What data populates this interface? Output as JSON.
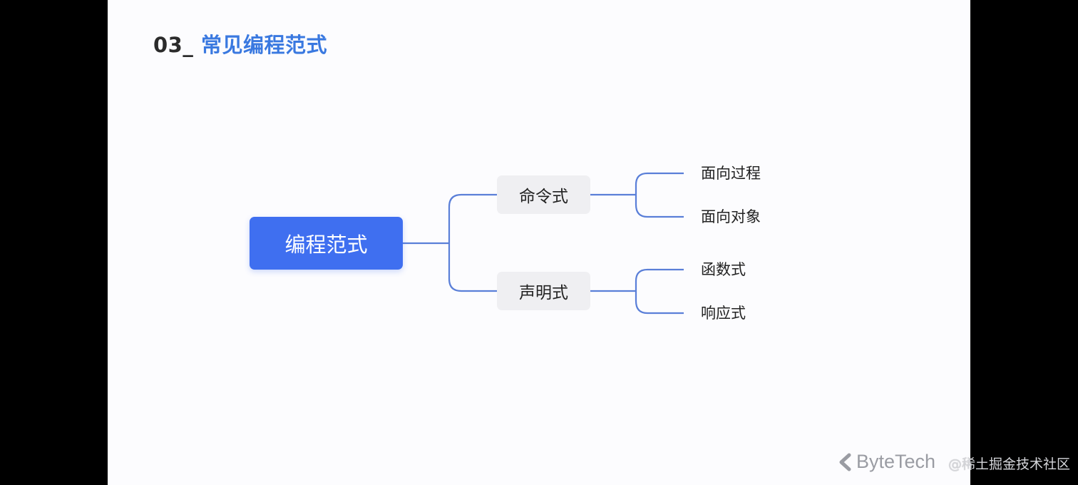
{
  "slide": {
    "title_number": "03_",
    "title_text": "常见编程范式"
  },
  "mindmap": {
    "root": "编程范式",
    "branches": [
      {
        "label": "命令式",
        "children": [
          "面向过程",
          "面向对象"
        ]
      },
      {
        "label": "声明式",
        "children": [
          "函数式",
          "响应式"
        ]
      }
    ],
    "line_color": "#5a7fd8",
    "root_color": "#3f6ff0"
  },
  "footer": {
    "logo_text": "ByteTech",
    "logo_icon": "bytetech-chevron-icon"
  },
  "watermark": {
    "text": "@稀土掘金技术社区"
  }
}
